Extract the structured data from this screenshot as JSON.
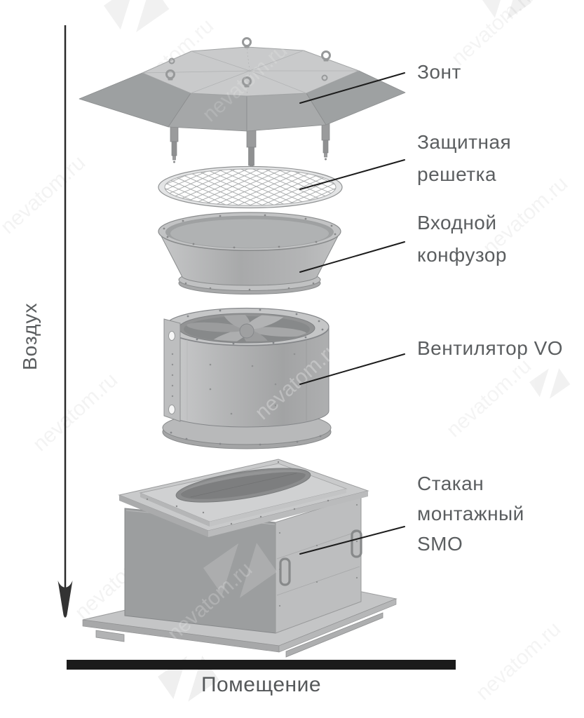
{
  "flow": {
    "air_label": "Воздух",
    "room_label": "Помещение"
  },
  "parts": [
    {
      "id": "hood",
      "label_lines": [
        "Зонт"
      ]
    },
    {
      "id": "protective-grille",
      "label_lines": [
        "Защитная",
        "решетка"
      ]
    },
    {
      "id": "inlet-confusor",
      "label_lines": [
        "Входной",
        "конфузор"
      ]
    },
    {
      "id": "fan-vo",
      "label_lines": [
        "Вентилятор VO"
      ]
    },
    {
      "id": "mounting-cup-smo",
      "label_lines": [
        "Стакан",
        "монтажный",
        "SMO"
      ]
    }
  ],
  "watermark": {
    "text": "nevatom.ru"
  },
  "colors": {
    "background": "#ffffff",
    "label_text": "#5b5e60",
    "leader_line": "#1c1c1c",
    "floor_bar": "#1b1b1b",
    "metal_light": "#c9cacb",
    "metal_mid": "#a5a7a8",
    "metal_dark": "#8a8c8d"
  }
}
